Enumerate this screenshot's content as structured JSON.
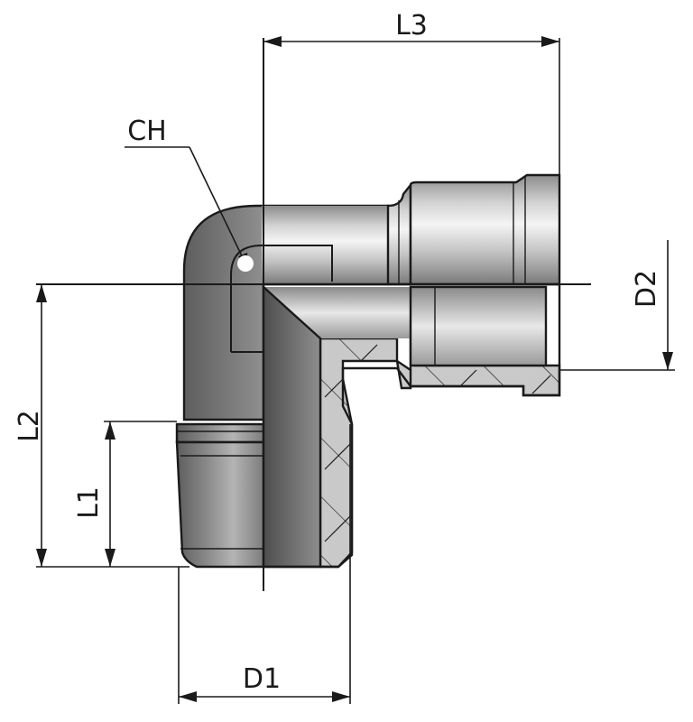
{
  "labels": {
    "L3": "L3",
    "CH": "CH",
    "D2": "D2",
    "L2": "L2",
    "L1": "L1",
    "D1": "D1"
  },
  "colors": {
    "line": "#1a1a1a",
    "metal_light": "#d9d9d9",
    "metal_mid": "#a8a8a8",
    "metal_dark": "#6e6e6e",
    "section_fill": "#c6c6c6"
  }
}
